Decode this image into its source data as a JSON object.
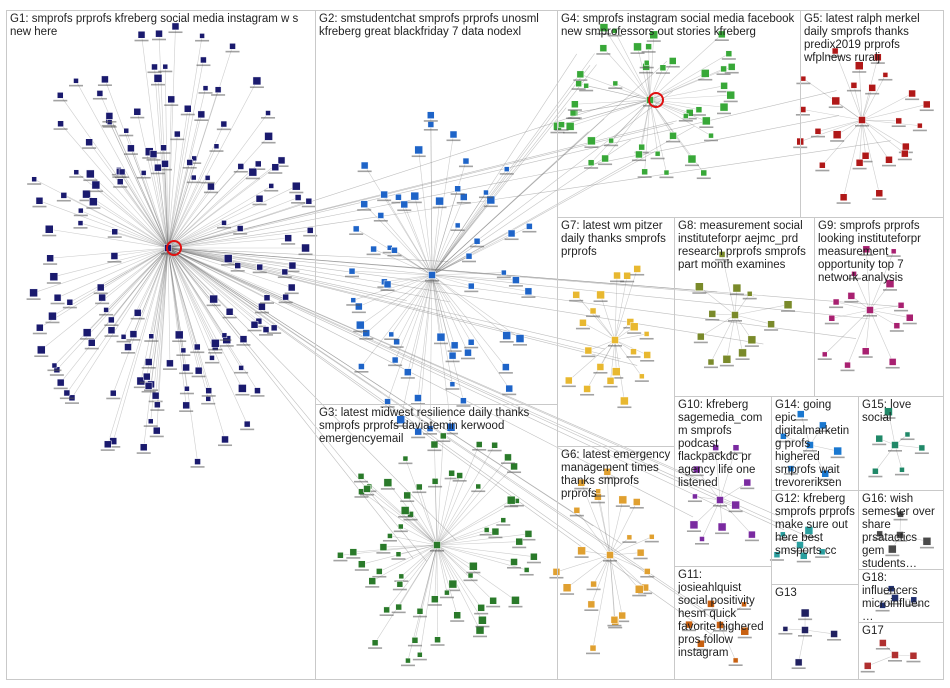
{
  "colors": {
    "G1": "#1a1a6e",
    "G2": "#1e64c8",
    "G3": "#2a7a2a",
    "G4": "#38a838",
    "G5": "#b01818",
    "G6": "#e0a030",
    "G7": "#e8b830",
    "G8": "#7a8a2a",
    "G9": "#a82070",
    "G10": "#7a2aa0",
    "G11": "#c86010",
    "G12": "#2aa0a0",
    "G13": "#202060",
    "G14": "#1a78d0",
    "G15": "#208868",
    "G16": "#4a4a4a",
    "G17": "#b03030",
    "G18": "#203070",
    "edge": "#6f6f6f",
    "border": "#c9c9c9"
  },
  "groups": [
    {
      "id": "G1",
      "title": "G1: smprofs prprofs kfreberg social media instagram w s new here"
    },
    {
      "id": "G2",
      "title": "G2: smstudentchat smprofs prprofs unosml kfreberg great blackfriday 7 data nodexl"
    },
    {
      "id": "G3",
      "title": "G3: latest midwest resilience daily thanks smprofs prprofs daviatemin kerwood emergencyemail"
    },
    {
      "id": "G4",
      "title": "G4: smprofs instagram social media facebook new smprofessors out stories kfreberg"
    },
    {
      "id": "G5",
      "title": "G5: latest ralph merkel daily smprofs thanks predix2019 prprofs wfplnews ruralj"
    },
    {
      "id": "G6",
      "title": "G6: latest emergency management times thanks smprofs prprofs"
    },
    {
      "id": "G7",
      "title": "G7: latest wm pitzer daily thanks smprofs prprofs"
    },
    {
      "id": "G8",
      "title": "G8: measurement social instituteforpr aejmc_prd research prprofs smprofs part month examines"
    },
    {
      "id": "G9",
      "title": "G9: smprofs prprofs looking instituteforpr measurement opportunity top 7 network analysis"
    },
    {
      "id": "G10",
      "title": "G10: kfreberg sagemedia_comm smprofs podcast flackpackdc pr agency life one listened"
    },
    {
      "id": "G11",
      "title": "G11: josieahlquist social positivity hesm quick favorite highered pros follow instagram"
    },
    {
      "id": "G12",
      "title": "G12: kfreberg smprofs prprofs make sure out here best smsports cc"
    },
    {
      "id": "G13",
      "title": "G13"
    },
    {
      "id": "G14",
      "title": "G14: going epic digitalmarketing profs highered smprofs wait trevoreriksen"
    },
    {
      "id": "G15",
      "title": "G15: love social"
    },
    {
      "id": "G16",
      "title": "G16: wish semester over share prsatactics gem students…"
    },
    {
      "id": "G17",
      "title": "G17"
    },
    {
      "id": "G18",
      "title": "G18: influencers microinfluenc…"
    }
  ]
}
